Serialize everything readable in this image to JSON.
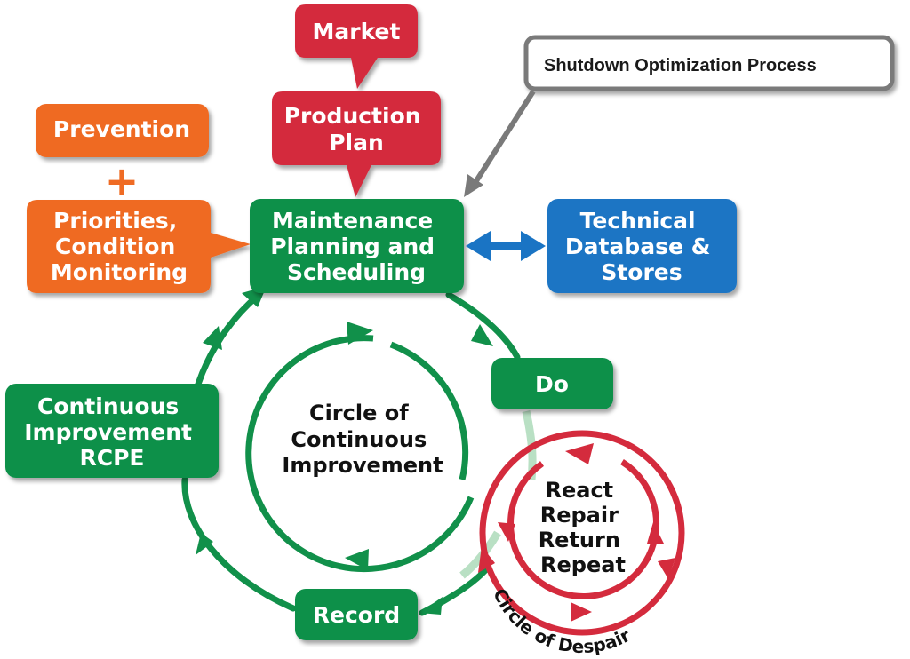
{
  "colors": {
    "red": "#d42b3d",
    "orange": "#ef6b24",
    "green": "#11904a",
    "blue": "#1a74c4",
    "gray": "#7a7a7a"
  },
  "boxes": {
    "market": "Market",
    "production_plan": [
      "Production",
      "Plan"
    ],
    "prevention": "Prevention",
    "plus": "+",
    "priorities": [
      "Priorities,",
      "Condition",
      "Monitoring"
    ],
    "maintenance": [
      "Maintenance",
      "Planning and",
      "Scheduling"
    ],
    "technical": [
      "Technical",
      "Database &",
      "Stores"
    ],
    "do": "Do",
    "continuous": [
      "Continuous",
      "Improvement",
      "RCPE"
    ],
    "record": "Record"
  },
  "callout": "Shutdown Optimization Process",
  "circles": {
    "continuous_improvement": [
      "Circle of",
      "Continuous",
      "Improvement"
    ],
    "despair_inner": [
      "React",
      "Repair",
      "Return",
      "Repeat"
    ],
    "despair_label": "Circle of Despair"
  }
}
